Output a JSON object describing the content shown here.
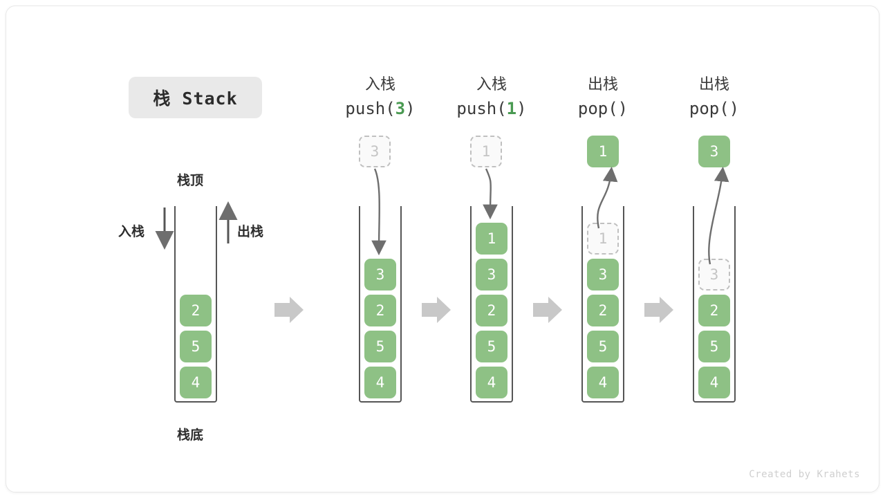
{
  "title": {
    "text": "栈 Stack"
  },
  "legend": {
    "top_label": "栈顶",
    "bottom_label": "栈底",
    "push_label": "入栈",
    "pop_label": "出栈"
  },
  "colors": {
    "cell_green": "#8ec185",
    "ghost_border": "#c0c0c0",
    "ghost_text": "#c4c4c4",
    "arrow_gray": "#6e6e6e",
    "block_arrow": "#c8c8c8",
    "badge_bg": "#e9e9e9",
    "text_dark": "#2c2c2c"
  },
  "initial_stack": {
    "cells": [
      "2",
      "5",
      "4"
    ]
  },
  "steps": [
    {
      "cn": "入栈",
      "op_prefix": "push(",
      "op_value": "3",
      "op_suffix": ")",
      "kind": "push",
      "floating": {
        "value": "3",
        "style": "ghost"
      },
      "cells": [
        {
          "value": "3",
          "style": "solid"
        },
        {
          "value": "2",
          "style": "solid"
        },
        {
          "value": "5",
          "style": "solid"
        },
        {
          "value": "4",
          "style": "solid"
        }
      ]
    },
    {
      "cn": "入栈",
      "op_prefix": "push(",
      "op_value": "1",
      "op_suffix": ")",
      "kind": "push",
      "floating": {
        "value": "1",
        "style": "ghost"
      },
      "cells": [
        {
          "value": "1",
          "style": "solid"
        },
        {
          "value": "3",
          "style": "solid"
        },
        {
          "value": "2",
          "style": "solid"
        },
        {
          "value": "5",
          "style": "solid"
        },
        {
          "value": "4",
          "style": "solid"
        }
      ]
    },
    {
      "cn": "出栈",
      "op_prefix": "pop(",
      "op_value": "",
      "op_suffix": ")",
      "kind": "pop",
      "floating": {
        "value": "1",
        "style": "solid"
      },
      "cells": [
        {
          "value": "1",
          "style": "ghost"
        },
        {
          "value": "3",
          "style": "solid"
        },
        {
          "value": "2",
          "style": "solid"
        },
        {
          "value": "5",
          "style": "solid"
        },
        {
          "value": "4",
          "style": "solid"
        }
      ]
    },
    {
      "cn": "出栈",
      "op_prefix": "pop(",
      "op_value": "",
      "op_suffix": ")",
      "kind": "pop",
      "floating": {
        "value": "3",
        "style": "solid"
      },
      "cells": [
        {
          "value": "3",
          "style": "ghost"
        },
        {
          "value": "2",
          "style": "solid"
        },
        {
          "value": "5",
          "style": "solid"
        },
        {
          "value": "4",
          "style": "solid"
        }
      ]
    }
  ],
  "watermark": {
    "text": "Created by Krahets"
  }
}
